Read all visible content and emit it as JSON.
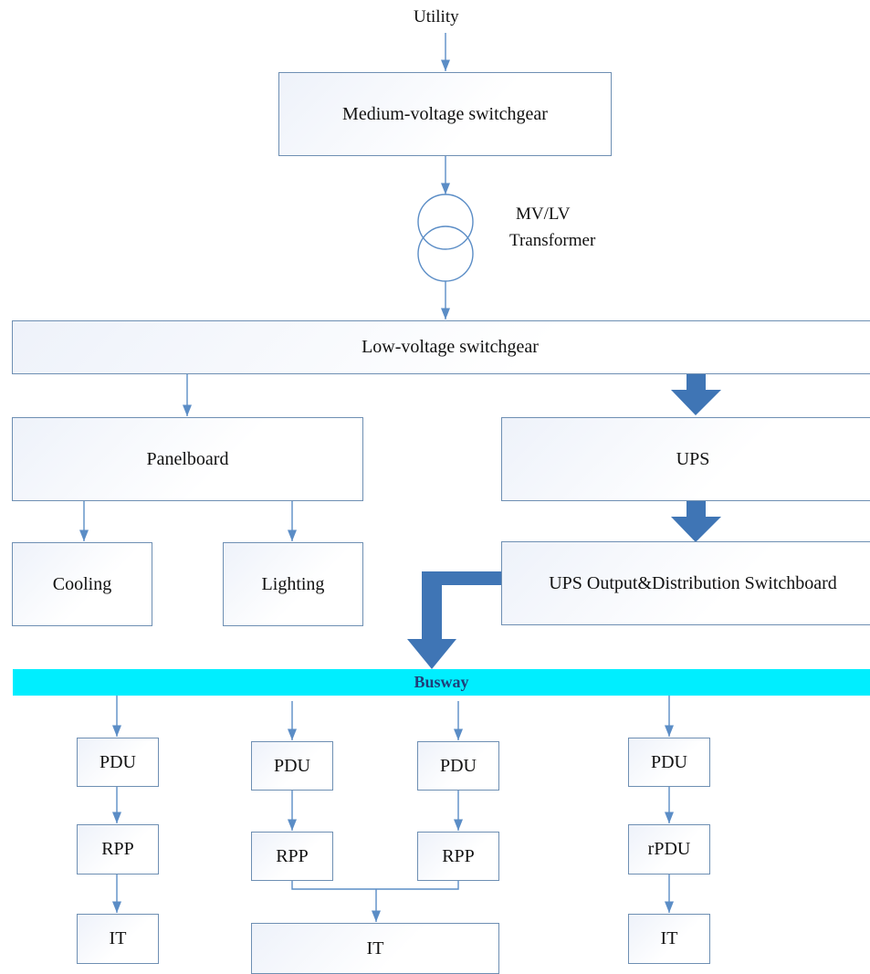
{
  "diagram": {
    "source": "Utility",
    "mv_switchgear": "Medium-voltage switchgear",
    "transformer": {
      "line1": "MV/LV",
      "line2": "Transformer"
    },
    "lv_switchgear": "Low-voltage switchgear",
    "panelboard": "Panelboard",
    "ups": "UPS",
    "cooling": "Cooling",
    "lighting": "Lighting",
    "ups_output": "UPS Output&Distribution Switchboard",
    "busway": "Busway",
    "branches": [
      {
        "pdu": "PDU",
        "second": "RPP",
        "it": "IT"
      },
      {
        "pdu": "PDU",
        "second": "RPP"
      },
      {
        "pdu": "PDU",
        "second": "RPP"
      },
      {
        "pdu": "PDU",
        "second": "rPDU",
        "it": "IT"
      }
    ],
    "shared_it": "IT"
  },
  "colors": {
    "box_border": "#6e8fb3",
    "box_fill_start": "#eef2fa",
    "connector": "#5b8dc6",
    "big_arrow": "#3f75b5",
    "busway": "#00eeff",
    "busway_text": "#1f3f7a"
  }
}
